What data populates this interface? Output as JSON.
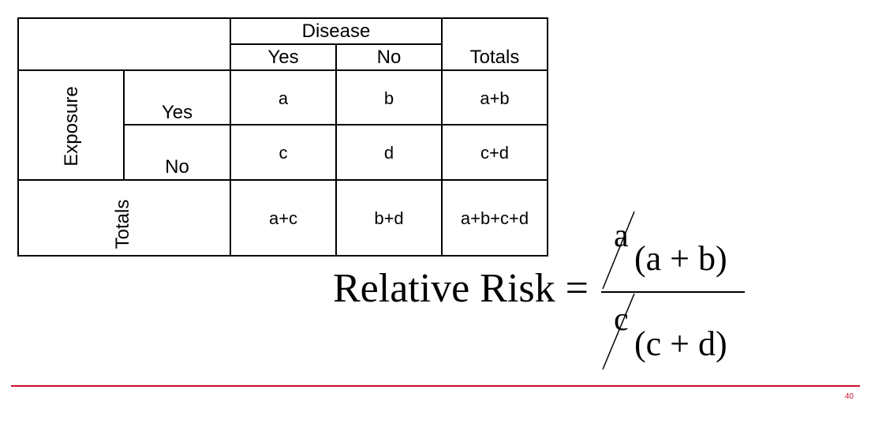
{
  "table": {
    "column_group_header": "Disease",
    "column_headers": [
      "Yes",
      "No"
    ],
    "totals_header": "Totals",
    "row_group_header": "Exposure",
    "row_headers": [
      "Yes",
      "No"
    ],
    "cells": [
      [
        "a",
        "b",
        "a+b"
      ],
      [
        "c",
        "d",
        "c+d"
      ]
    ],
    "totals_row_label": "Totals",
    "totals_row": [
      "a+c",
      "b+d",
      "a+b+c+d"
    ]
  },
  "formula": {
    "label": "Relative Risk",
    "equals": "=",
    "top_numerator": "a",
    "top_denominator": "(a + b)",
    "bottom_numerator": "c",
    "bottom_denominator": "(c + d)"
  },
  "footer": {
    "page_number": "40",
    "rule_color": "#c8102e"
  }
}
